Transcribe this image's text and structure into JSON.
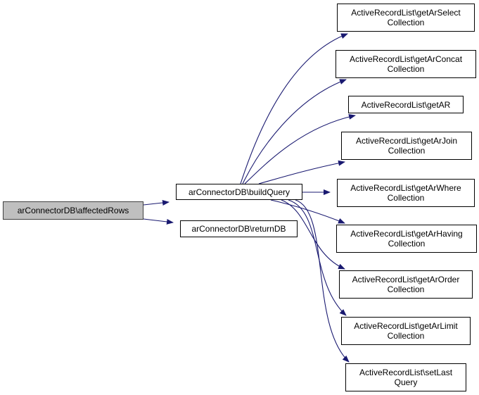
{
  "graph": {
    "edge_color": "#191970",
    "root_fill": "#bfbfbf",
    "nodes": {
      "root": {
        "lines": [
          "arConnectorDB\\affectedRows"
        ]
      },
      "buildQuery": {
        "lines": [
          "arConnectorDB\\buildQuery"
        ]
      },
      "returnDB": {
        "lines": [
          "arConnectorDB\\returnDB"
        ]
      },
      "getArSelect": {
        "lines": [
          "ActiveRecordList\\getArSelect",
          "Collection"
        ]
      },
      "getArConcat": {
        "lines": [
          "ActiveRecordList\\getArConcat",
          "Collection"
        ]
      },
      "getAR": {
        "lines": [
          "ActiveRecordList\\getAR"
        ]
      },
      "getArJoin": {
        "lines": [
          "ActiveRecordList\\getArJoin",
          "Collection"
        ]
      },
      "getArWhere": {
        "lines": [
          "ActiveRecordList\\getArWhere",
          "Collection"
        ]
      },
      "getArHaving": {
        "lines": [
          "ActiveRecordList\\getArHaving",
          "Collection"
        ]
      },
      "getArOrder": {
        "lines": [
          "ActiveRecordList\\getArOrder",
          "Collection"
        ]
      },
      "getArLimit": {
        "lines": [
          "ActiveRecordList\\getArLimit",
          "Collection"
        ]
      },
      "setLastQuery": {
        "lines": [
          "ActiveRecordList\\setLast",
          "Query"
        ]
      }
    },
    "edges": [
      [
        "root",
        "buildQuery"
      ],
      [
        "root",
        "returnDB"
      ],
      [
        "buildQuery",
        "getArSelect"
      ],
      [
        "buildQuery",
        "getArConcat"
      ],
      [
        "buildQuery",
        "getAR"
      ],
      [
        "buildQuery",
        "getArJoin"
      ],
      [
        "buildQuery",
        "getArWhere"
      ],
      [
        "buildQuery",
        "getArHaving"
      ],
      [
        "buildQuery",
        "getArOrder"
      ],
      [
        "buildQuery",
        "getArLimit"
      ],
      [
        "buildQuery",
        "setLastQuery"
      ]
    ]
  }
}
